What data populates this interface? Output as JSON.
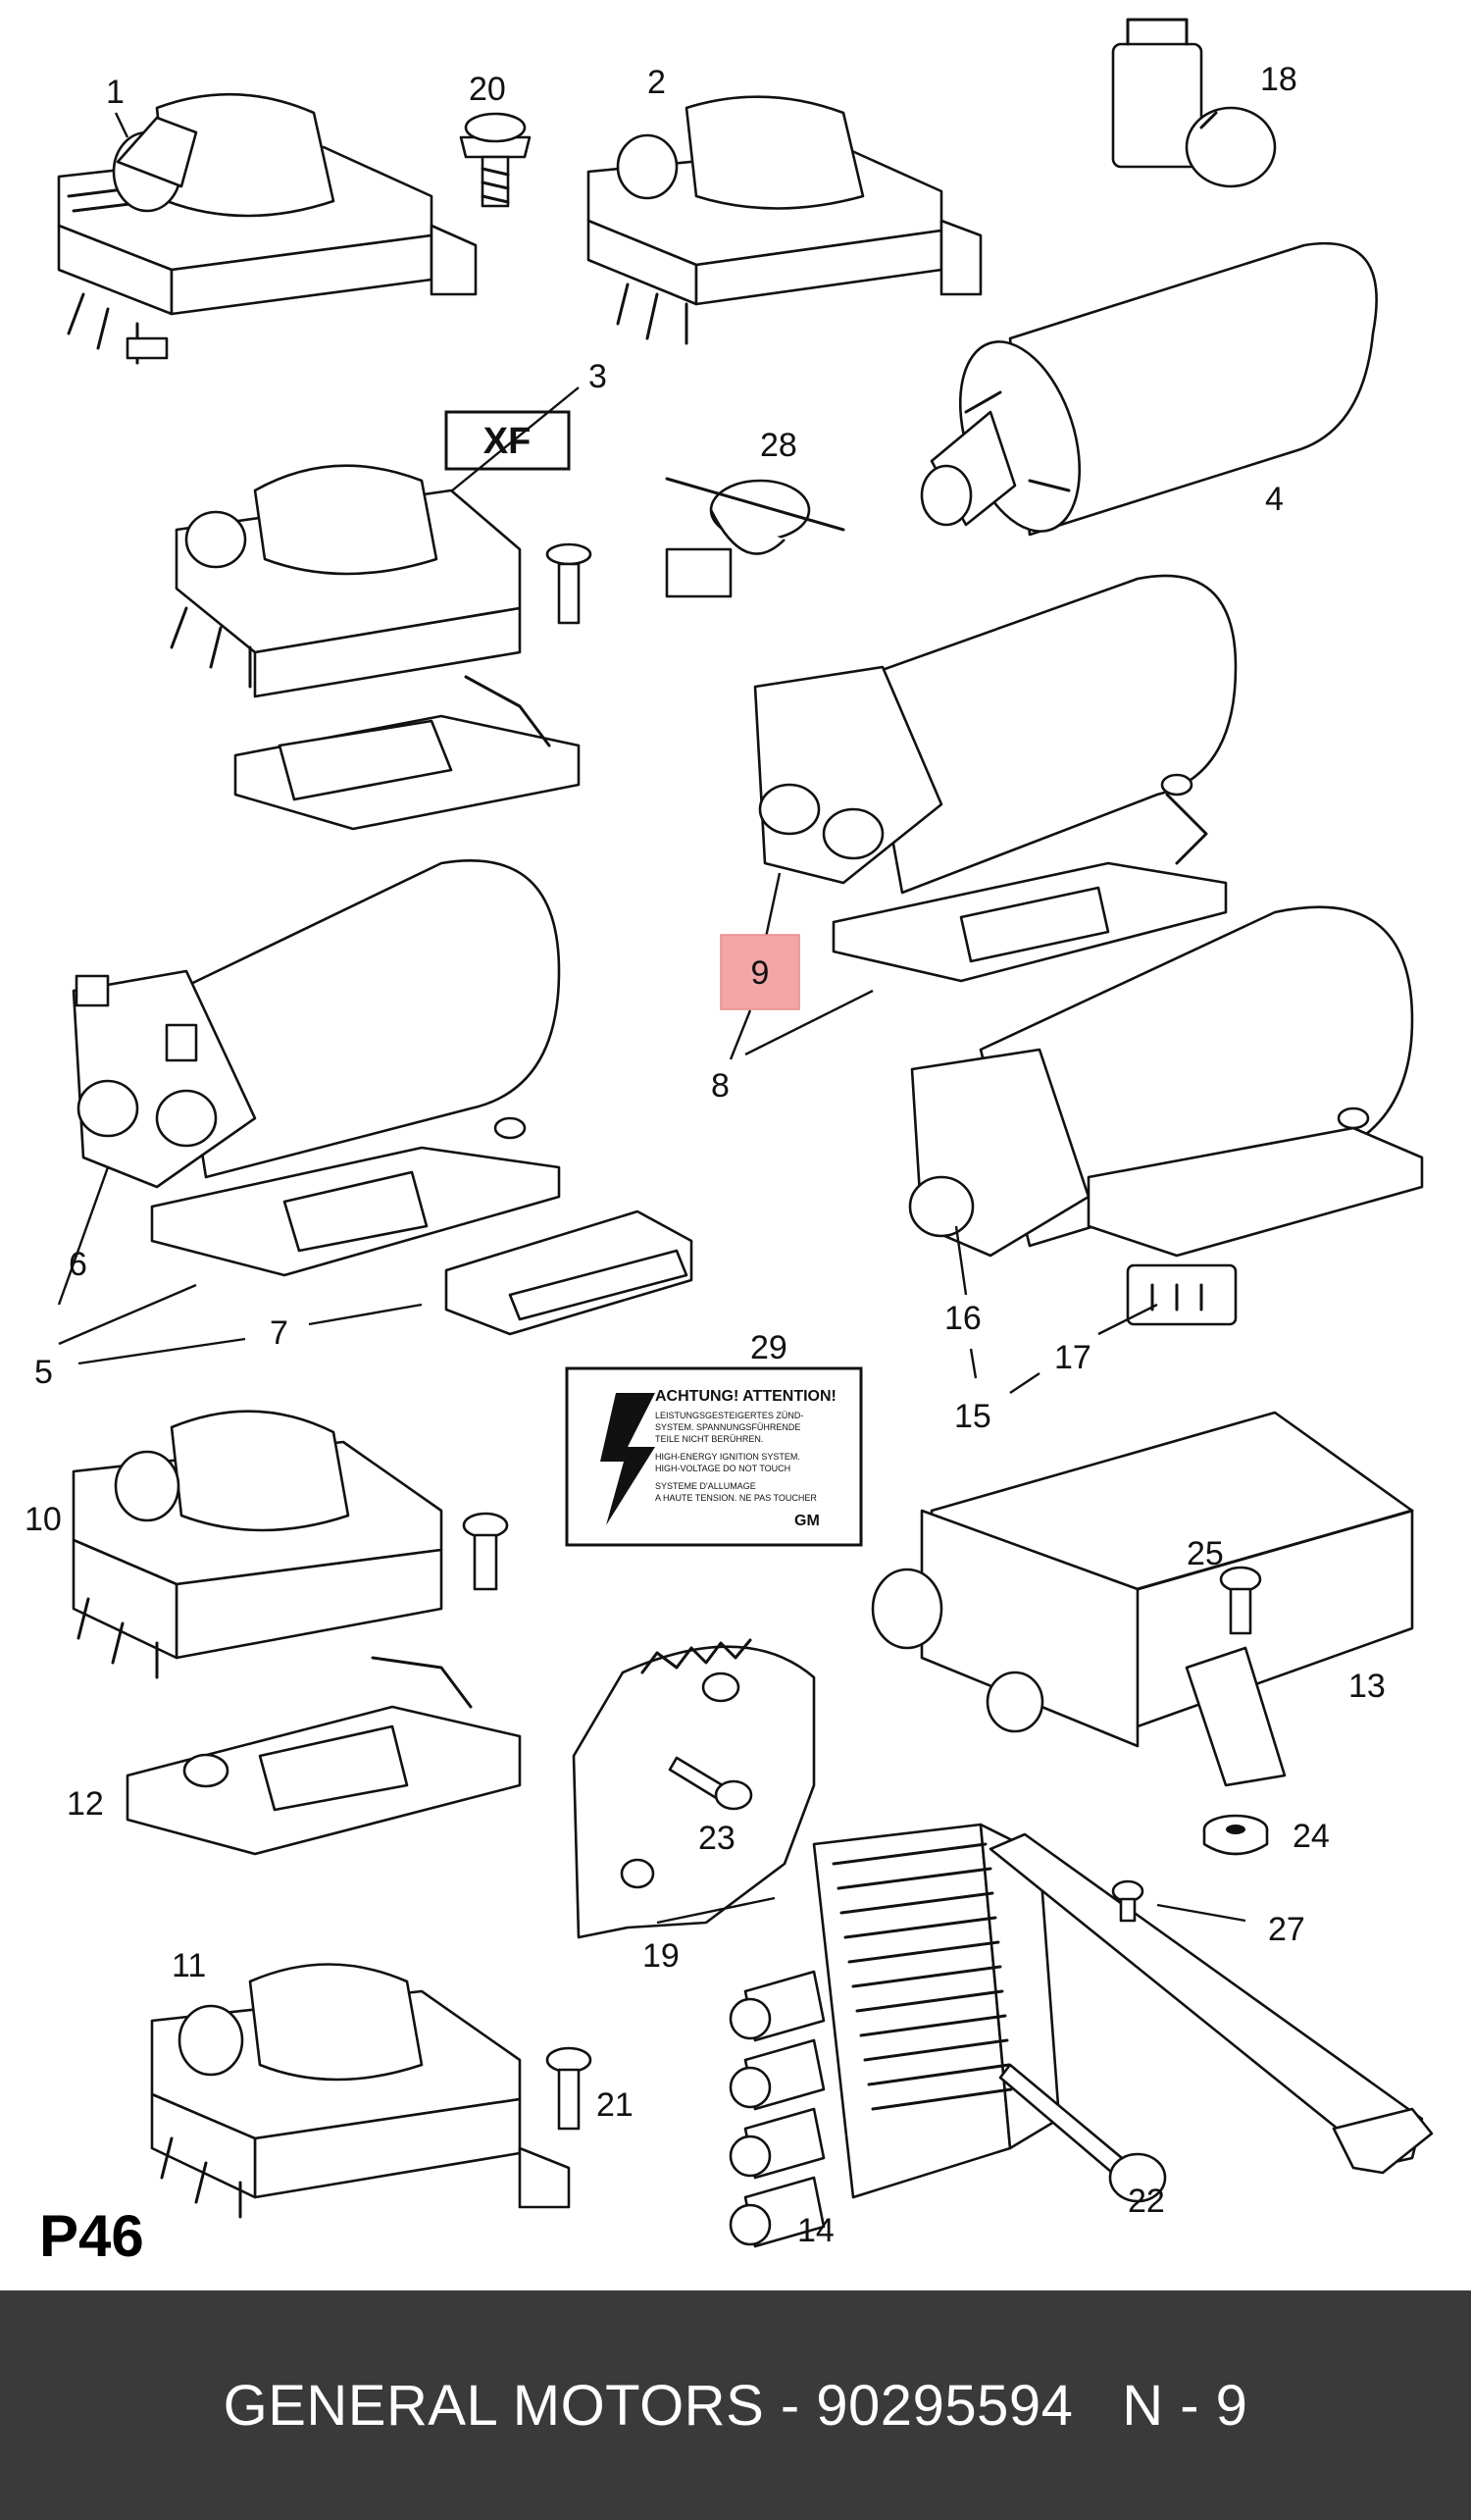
{
  "diagram": {
    "page_code": "P46",
    "labels": {
      "n1": "1",
      "n2": "2",
      "n3": "3",
      "n4": "4",
      "n5": "5",
      "n6": "6",
      "n7": "7",
      "n8": "8",
      "n9": "9",
      "n10": "10",
      "n11": "11",
      "n12": "12",
      "n13": "13",
      "n14": "14",
      "n15": "15",
      "n16": "16",
      "n17": "17",
      "n18": "18",
      "n19": "19",
      "n20": "20",
      "n21": "21",
      "n22": "22",
      "n23": "23",
      "n24": "24",
      "n25": "25",
      "n27": "27",
      "n28": "28",
      "n29": "29"
    },
    "xf_box": "XF",
    "warning_label": {
      "heading": "ACHTUNG! ATTENTION!",
      "lines": [
        "LEISTUNGSGESTEIGERTES ZÜND-",
        "SYSTEM. SPANNUNGSFÜHRENDE",
        "TEILE NICHT BERÜHREN.",
        "HIGH-ENERGY IGNITION SYSTEM.",
        "HIGH-VOLTAGE DO NOT TOUCH",
        "SYSTEME D'ALLUMAGE",
        "A HAUTE TENSION. NE PAS TOUCHER"
      ],
      "logo": "GM"
    },
    "highlight_color": "#f4a6a6"
  },
  "footer": {
    "brand": "GENERAL MOTORS",
    "separator": " - ",
    "part_number": "90295594",
    "position": "N - 9"
  }
}
